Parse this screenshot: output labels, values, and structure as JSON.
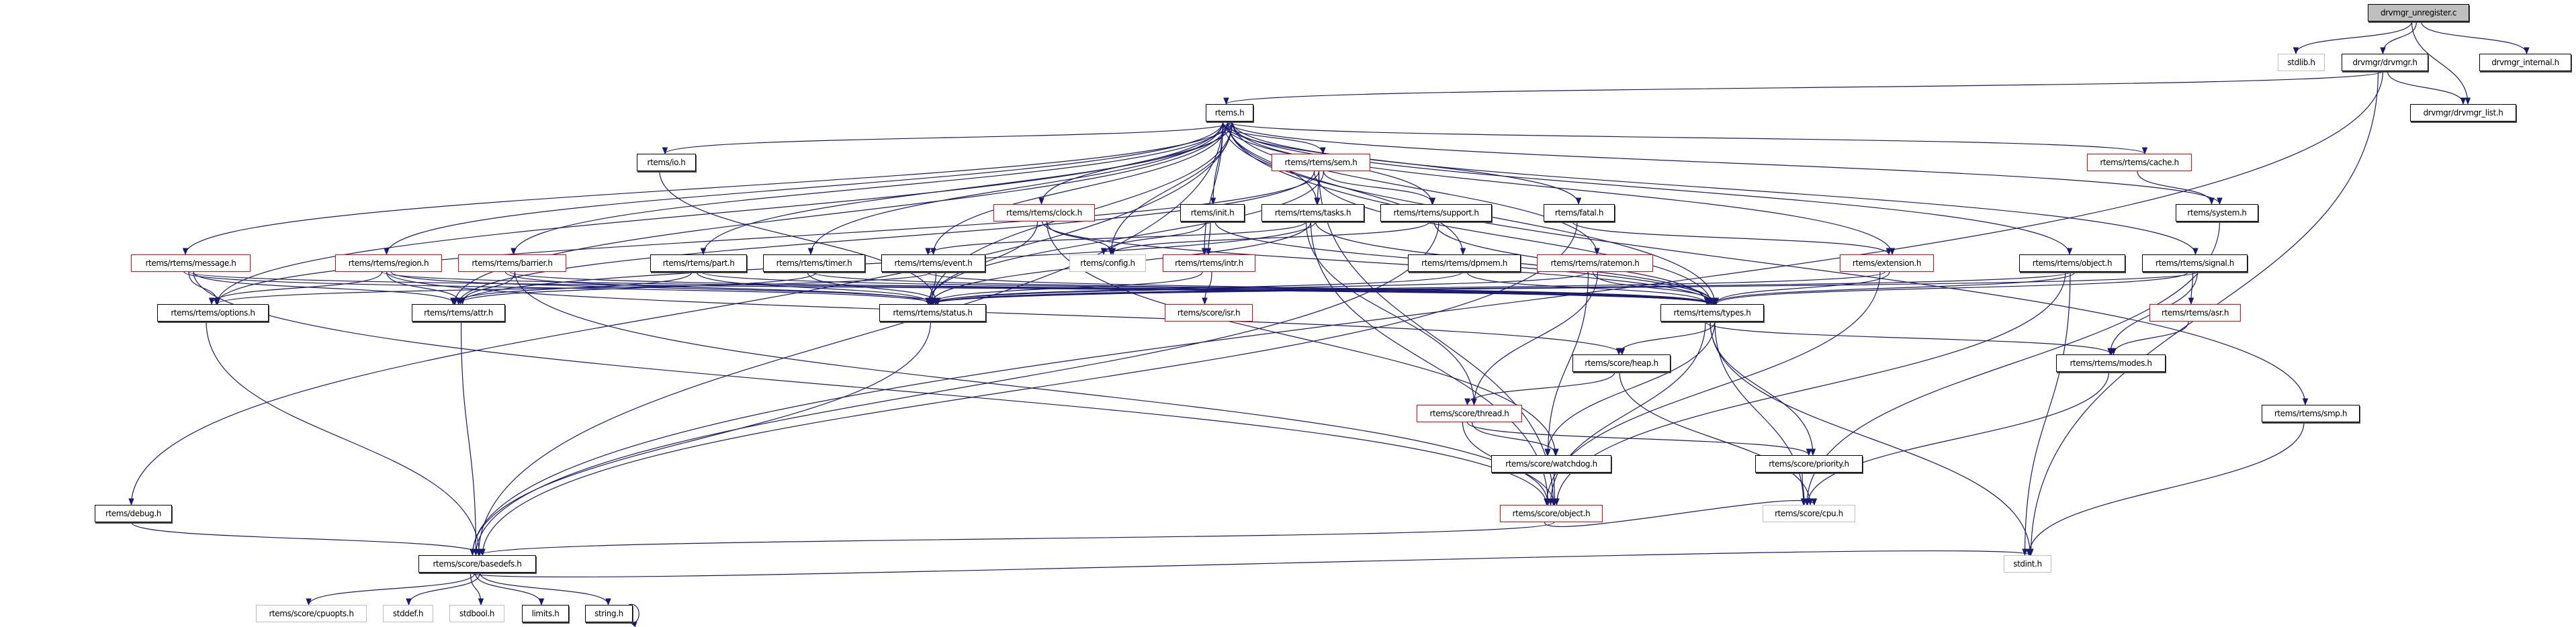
{
  "graph": {
    "title": "drvmgr_unregister.c",
    "colors": {
      "edge": "#191970",
      "normal_border": "#000000",
      "missing_border": "#ff0000",
      "external_border": "#bfbfbf",
      "root_fill": "#bfbfbf"
    },
    "nodes": {
      "root": {
        "label": "drvmgr_unregister.c",
        "style": "root"
      },
      "stdlib": {
        "label": "stdlib.h",
        "style": "gray"
      },
      "drvmgr": {
        "label": "drvmgr/drvmgr.h",
        "style": "normal"
      },
      "drvmgr_internal": {
        "label": "drvmgr_internal.h",
        "style": "normal"
      },
      "drvmgr_list": {
        "label": "drvmgr/drvmgr_list.h",
        "style": "normal"
      },
      "rtems": {
        "label": "rtems.h",
        "style": "normal"
      },
      "io": {
        "label": "rtems/io.h",
        "style": "normal"
      },
      "sem": {
        "label": "rtems/rtems/sem.h",
        "style": "red"
      },
      "cache": {
        "label": "rtems/rtems/cache.h",
        "style": "red"
      },
      "clock": {
        "label": "rtems/rtems/clock.h",
        "style": "red"
      },
      "init": {
        "label": "rtems/init.h",
        "style": "normal"
      },
      "tasks": {
        "label": "rtems/rtems/tasks.h",
        "style": "normal"
      },
      "support": {
        "label": "rtems/rtems/support.h",
        "style": "normal"
      },
      "fatal": {
        "label": "rtems/fatal.h",
        "style": "normal"
      },
      "system": {
        "label": "rtems/system.h",
        "style": "normal"
      },
      "message": {
        "label": "rtems/rtems/message.h",
        "style": "red"
      },
      "region": {
        "label": "rtems/rtems/region.h",
        "style": "red"
      },
      "barrier": {
        "label": "rtems/rtems/barrier.h",
        "style": "red"
      },
      "part": {
        "label": "rtems/rtems/part.h",
        "style": "normal"
      },
      "timer": {
        "label": "rtems/rtems/timer.h",
        "style": "normal"
      },
      "event": {
        "label": "rtems/rtems/event.h",
        "style": "normal"
      },
      "config": {
        "label": "rtems/config.h",
        "style": "gray"
      },
      "intr": {
        "label": "rtems/rtems/intr.h",
        "style": "red"
      },
      "dpmem": {
        "label": "rtems/rtems/dpmem.h",
        "style": "normal"
      },
      "ratemon": {
        "label": "rtems/rtems/ratemon.h",
        "style": "red"
      },
      "extension": {
        "label": "rtems/extension.h",
        "style": "red"
      },
      "robject": {
        "label": "rtems/rtems/object.h",
        "style": "normal"
      },
      "signal": {
        "label": "rtems/rtems/signal.h",
        "style": "normal"
      },
      "options": {
        "label": "rtems/rtems/options.h",
        "style": "normal"
      },
      "attr": {
        "label": "rtems/rtems/attr.h",
        "style": "normal"
      },
      "status": {
        "label": "rtems/rtems/status.h",
        "style": "normal"
      },
      "isr": {
        "label": "rtems/score/isr.h",
        "style": "red"
      },
      "types": {
        "label": "rtems/rtems/types.h",
        "style": "normal"
      },
      "asr": {
        "label": "rtems/rtems/asr.h",
        "style": "red"
      },
      "heap": {
        "label": "rtems/score/heap.h",
        "style": "normal"
      },
      "modes": {
        "label": "rtems/rtems/modes.h",
        "style": "normal"
      },
      "thread": {
        "label": "rtems/score/thread.h",
        "style": "red"
      },
      "smp": {
        "label": "rtems/rtems/smp.h",
        "style": "normal"
      },
      "watchdog": {
        "label": "rtems/score/watchdog.h",
        "style": "normal"
      },
      "priority": {
        "label": "rtems/score/priority.h",
        "style": "normal"
      },
      "debug": {
        "label": "rtems/debug.h",
        "style": "normal"
      },
      "sobject": {
        "label": "rtems/score/object.h",
        "style": "red"
      },
      "cpu": {
        "label": "rtems/score/cpu.h",
        "style": "gray"
      },
      "basedefs": {
        "label": "rtems/score/basedefs.h",
        "style": "normal"
      },
      "stdint": {
        "label": "stdint.h",
        "style": "gray"
      },
      "cpuopts": {
        "label": "rtems/score/cpuopts.h",
        "style": "gray"
      },
      "stddef": {
        "label": "stddef.h",
        "style": "gray"
      },
      "stdbool": {
        "label": "stdbool.h",
        "style": "gray"
      },
      "limits": {
        "label": "limits.h",
        "style": "normal"
      },
      "string": {
        "label": "string.h",
        "style": "normal"
      }
    },
    "edges": [
      [
        "root",
        "stdlib"
      ],
      [
        "root",
        "drvmgr"
      ],
      [
        "root",
        "drvmgr_internal"
      ],
      [
        "root",
        "drvmgr_list"
      ],
      [
        "drvmgr",
        "rtems"
      ],
      [
        "drvmgr",
        "drvmgr_list"
      ],
      [
        "drvmgr",
        "stdint"
      ],
      [
        "drvmgr",
        "basedefs"
      ],
      [
        "rtems",
        "io"
      ],
      [
        "rtems",
        "sem"
      ],
      [
        "rtems",
        "cache"
      ],
      [
        "rtems",
        "clock"
      ],
      [
        "rtems",
        "init"
      ],
      [
        "rtems",
        "tasks"
      ],
      [
        "rtems",
        "support"
      ],
      [
        "rtems",
        "fatal"
      ],
      [
        "rtems",
        "system"
      ],
      [
        "rtems",
        "message"
      ],
      [
        "rtems",
        "region"
      ],
      [
        "rtems",
        "barrier"
      ],
      [
        "rtems",
        "part"
      ],
      [
        "rtems",
        "timer"
      ],
      [
        "rtems",
        "event"
      ],
      [
        "rtems",
        "config"
      ],
      [
        "rtems",
        "intr"
      ],
      [
        "rtems",
        "dpmem"
      ],
      [
        "rtems",
        "ratemon"
      ],
      [
        "rtems",
        "extension"
      ],
      [
        "rtems",
        "robject"
      ],
      [
        "rtems",
        "signal"
      ],
      [
        "rtems",
        "options"
      ],
      [
        "rtems",
        "attr"
      ],
      [
        "rtems",
        "status"
      ],
      [
        "rtems",
        "types"
      ],
      [
        "rtems",
        "smp"
      ],
      [
        "rtems",
        "debug"
      ],
      [
        "rtems",
        "basedefs"
      ],
      [
        "sem",
        "tasks"
      ],
      [
        "sem",
        "support"
      ],
      [
        "sem",
        "attr"
      ],
      [
        "sem",
        "options"
      ],
      [
        "sem",
        "status"
      ],
      [
        "sem",
        "types"
      ],
      [
        "sem",
        "sobject"
      ],
      [
        "clock",
        "config"
      ],
      [
        "clock",
        "status"
      ],
      [
        "clock",
        "types"
      ],
      [
        "clock",
        "watchdog"
      ],
      [
        "init",
        "config"
      ],
      [
        "init",
        "intr"
      ],
      [
        "init",
        "types"
      ],
      [
        "tasks",
        "event"
      ],
      [
        "tasks",
        "status"
      ],
      [
        "tasks",
        "types"
      ],
      [
        "tasks",
        "thread"
      ],
      [
        "tasks",
        "sobject"
      ],
      [
        "tasks",
        "attr"
      ],
      [
        "support",
        "config"
      ],
      [
        "support",
        "types"
      ],
      [
        "support",
        "basedefs"
      ],
      [
        "fatal",
        "extension"
      ],
      [
        "fatal",
        "basedefs"
      ],
      [
        "event",
        "status"
      ],
      [
        "event",
        "types"
      ],
      [
        "event",
        "options"
      ],
      [
        "intr",
        "isr"
      ],
      [
        "intr",
        "status"
      ],
      [
        "dpmem",
        "status"
      ],
      [
        "dpmem",
        "types"
      ],
      [
        "ratemon",
        "status"
      ],
      [
        "ratemon",
        "types"
      ],
      [
        "ratemon",
        "thread"
      ],
      [
        "ratemon",
        "watchdog"
      ],
      [
        "extension",
        "status"
      ],
      [
        "extension",
        "types"
      ],
      [
        "extension",
        "sobject"
      ],
      [
        "robject",
        "status"
      ],
      [
        "robject",
        "types"
      ],
      [
        "robject",
        "sobject"
      ],
      [
        "robject",
        "stdint"
      ],
      [
        "signal",
        "status"
      ],
      [
        "signal",
        "types"
      ],
      [
        "signal",
        "asr"
      ],
      [
        "signal",
        "modes"
      ],
      [
        "asr",
        "modes"
      ],
      [
        "cache",
        "system"
      ],
      [
        "system",
        "cpu"
      ],
      [
        "smp",
        "stdint"
      ],
      [
        "message",
        "options"
      ],
      [
        "message",
        "attr"
      ],
      [
        "message",
        "status"
      ],
      [
        "message",
        "types"
      ],
      [
        "message",
        "sobject"
      ],
      [
        "region",
        "options"
      ],
      [
        "region",
        "attr"
      ],
      [
        "region",
        "status"
      ],
      [
        "region",
        "types"
      ],
      [
        "region",
        "heap"
      ],
      [
        "barrier",
        "attr"
      ],
      [
        "barrier",
        "status"
      ],
      [
        "barrier",
        "types"
      ],
      [
        "barrier",
        "sobject"
      ],
      [
        "part",
        "attr"
      ],
      [
        "part",
        "status"
      ],
      [
        "part",
        "types"
      ],
      [
        "timer",
        "status"
      ],
      [
        "timer",
        "types"
      ],
      [
        "timer",
        "attr"
      ],
      [
        "io",
        "status"
      ],
      [
        "status",
        "basedefs"
      ],
      [
        "attr",
        "basedefs"
      ],
      [
        "options",
        "basedefs"
      ],
      [
        "debug",
        "basedefs"
      ],
      [
        "types",
        "heap"
      ],
      [
        "types",
        "modes"
      ],
      [
        "types",
        "priority"
      ],
      [
        "types",
        "watchdog"
      ],
      [
        "types",
        "sobject"
      ],
      [
        "types",
        "stdint"
      ],
      [
        "types",
        "cpu"
      ],
      [
        "heap",
        "thread"
      ],
      [
        "heap",
        "cpu"
      ],
      [
        "thread",
        "watchdog"
      ],
      [
        "thread",
        "sobject"
      ],
      [
        "thread",
        "priority"
      ],
      [
        "watchdog",
        "sobject"
      ],
      [
        "priority",
        "cpu"
      ],
      [
        "modes",
        "cpu"
      ],
      [
        "sobject",
        "basedefs"
      ],
      [
        "sobject",
        "cpu"
      ],
      [
        "basedefs",
        "cpuopts"
      ],
      [
        "basedefs",
        "stddef"
      ],
      [
        "basedefs",
        "stdbool"
      ],
      [
        "basedefs",
        "limits"
      ],
      [
        "basedefs",
        "string"
      ],
      [
        "basedefs",
        "stdint"
      ],
      [
        "string",
        "string"
      ]
    ]
  }
}
